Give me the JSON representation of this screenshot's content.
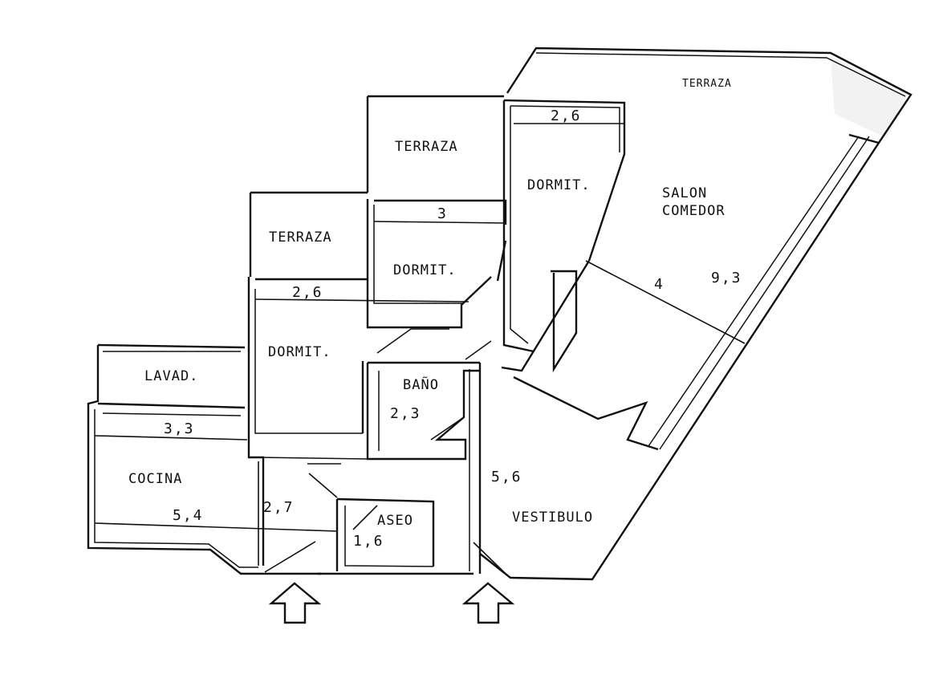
{
  "rooms": {
    "terraza_salon": "TERRAZA",
    "terraza_mid": "TERRAZA",
    "terraza_left": "TERRAZA",
    "dormit_1": "DORMIT.",
    "dormit_2": "DORMIT.",
    "dormit_3": "DORMIT.",
    "salon_1": "SALON",
    "salon_2": "COMEDOR",
    "lavad": "LAVAD.",
    "bano": "BAÑO",
    "cocina": "COCINA",
    "aseo": "ASEO",
    "vestibulo": "VESTIBULO"
  },
  "dimensions": {
    "dormit_1_width": "2,6",
    "dormit_2_width": "3",
    "dormit_3_width": "2,6",
    "salon_width": "4",
    "salon_length": "9,3",
    "bano_size": "2,3",
    "cocina_upper": "3,3",
    "cocina_lower": "5,4",
    "pasillo": "2,7",
    "aseo_size": "1,6",
    "vestibulo_size": "5,6"
  },
  "entrances": [
    "entrance-arrow-left",
    "entrance-arrow-right"
  ]
}
